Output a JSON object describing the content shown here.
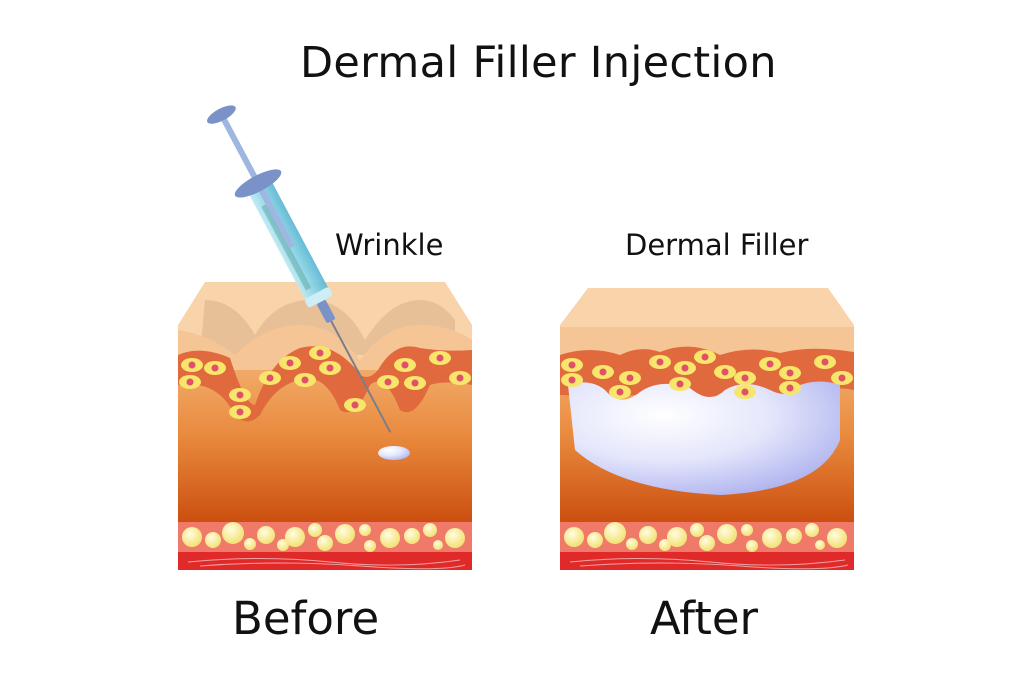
{
  "title": "Dermal Filler Injection",
  "labels": {
    "wrinkle": "Wrinkle",
    "dermal_filler": "Dermal Filler",
    "before": "Before",
    "after": "After"
  },
  "colors": {
    "epidermis": "#f9d3a9",
    "dermis_top": "#f2a963",
    "dermis_bottom": "#cf5a16",
    "cell_layer": "#e06a3e",
    "cell": "#f7e66b",
    "cell_nucleus": "#e0506a",
    "fat_layer": "#f07a6a",
    "fat_cell": "#fbf0a8",
    "muscle": "#e02a2a",
    "filler": "#c9cdf5",
    "syringe": "#8fd6e8",
    "plunger": "#7b92c9"
  }
}
